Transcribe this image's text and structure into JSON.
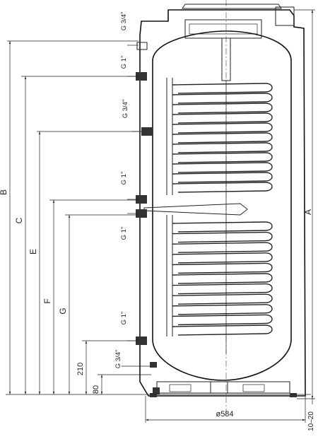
{
  "dimensions": {
    "B": "B",
    "C": "C",
    "E": "E",
    "F": "F",
    "G": "G",
    "A": "A",
    "h210": "210",
    "h80": "80",
    "diameter": "ø584",
    "feet": "10–20"
  },
  "connections": {
    "top_g34": "G 3/4\"",
    "g1_upper": "G 1\"",
    "g34_side": "G 3/4\"",
    "g1_mid": "G 1\"",
    "g1_mid2": "G 1\"",
    "g1_lower": "G 1\"",
    "g34_bottom": "G 3/4\""
  }
}
